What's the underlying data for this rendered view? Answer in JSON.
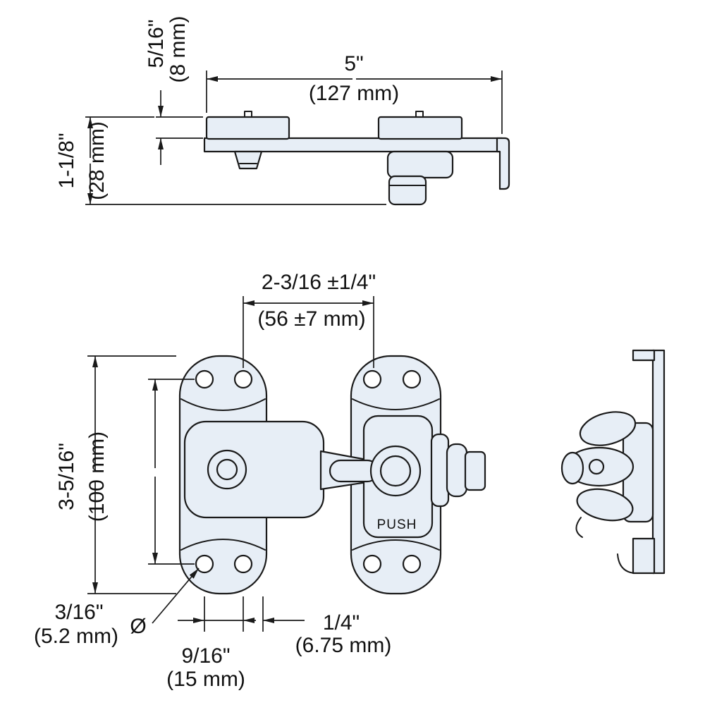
{
  "colors": {
    "part_fill": "#e7eef6",
    "line": "#1a1a1a",
    "background": "#ffffff"
  },
  "top_view": {
    "width_in": "5\"",
    "width_mm": "(127 mm)",
    "flange_in": "5/16\"",
    "flange_mm": "(8 mm)",
    "height_in": "1-1/8\"",
    "height_mm": "(28 mm)"
  },
  "front_view": {
    "span_in": "2-3/16 ±1/4\"",
    "span_mm": "(56 ±7 mm)",
    "height_in": "3-5/16\"",
    "height_mm": "(100 mm)",
    "hole_in": "3/16\"",
    "hole_mm": "(5.2 mm)",
    "diameter_symbol": "Ø",
    "hole_pitch_in": "9/16\"",
    "hole_pitch_mm": "(15 mm)",
    "edge_in": "1/4\"",
    "edge_mm": "(6.75 mm)",
    "push_label": "PUSH"
  }
}
